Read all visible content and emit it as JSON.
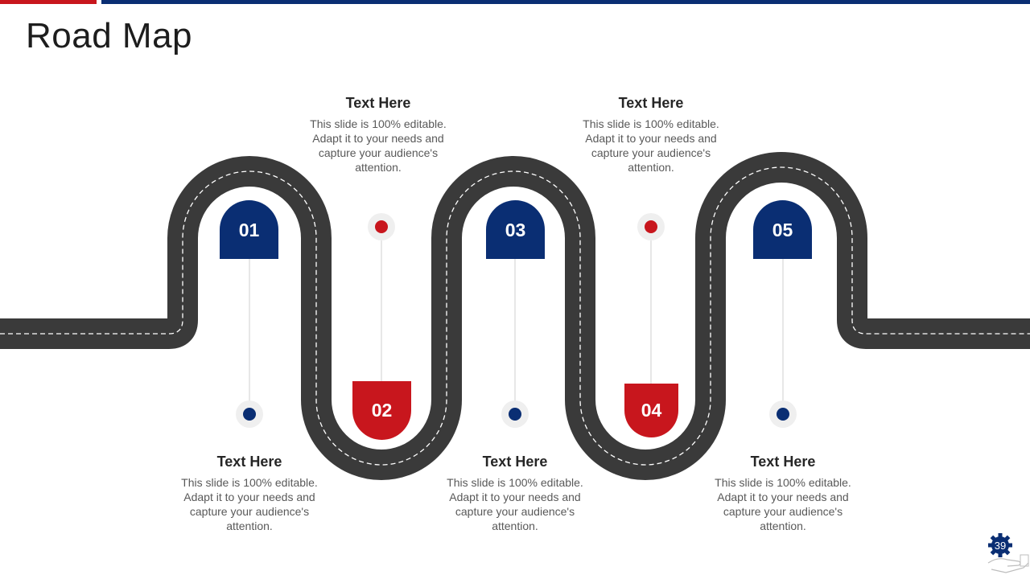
{
  "title": "Road Map",
  "milestones": [
    {
      "number": "01",
      "heading": "Text Here",
      "body": "This slide is 100% editable. Adapt it to your needs and capture your audience's attention."
    },
    {
      "number": "02",
      "heading": "Text Here",
      "body": "This slide is 100% editable. Adapt it to your needs and capture your audience's attention."
    },
    {
      "number": "03",
      "heading": "Text Here",
      "body": "This slide is 100% editable. Adapt it to your needs and capture your audience's attention."
    },
    {
      "number": "04",
      "heading": "Text Here",
      "body": "This slide is 100% editable. Adapt it to your needs and capture your audience's attention."
    },
    {
      "number": "05",
      "heading": "Text Here",
      "body": "This slide is 100% editable. Adapt it to your needs and capture your audience's attention."
    }
  ],
  "page_number": "39",
  "colors": {
    "red": "#c8161d",
    "blue": "#0a2e73",
    "road": "#3a3a3a"
  },
  "icons": {
    "footer": "gear-hand-icon"
  }
}
